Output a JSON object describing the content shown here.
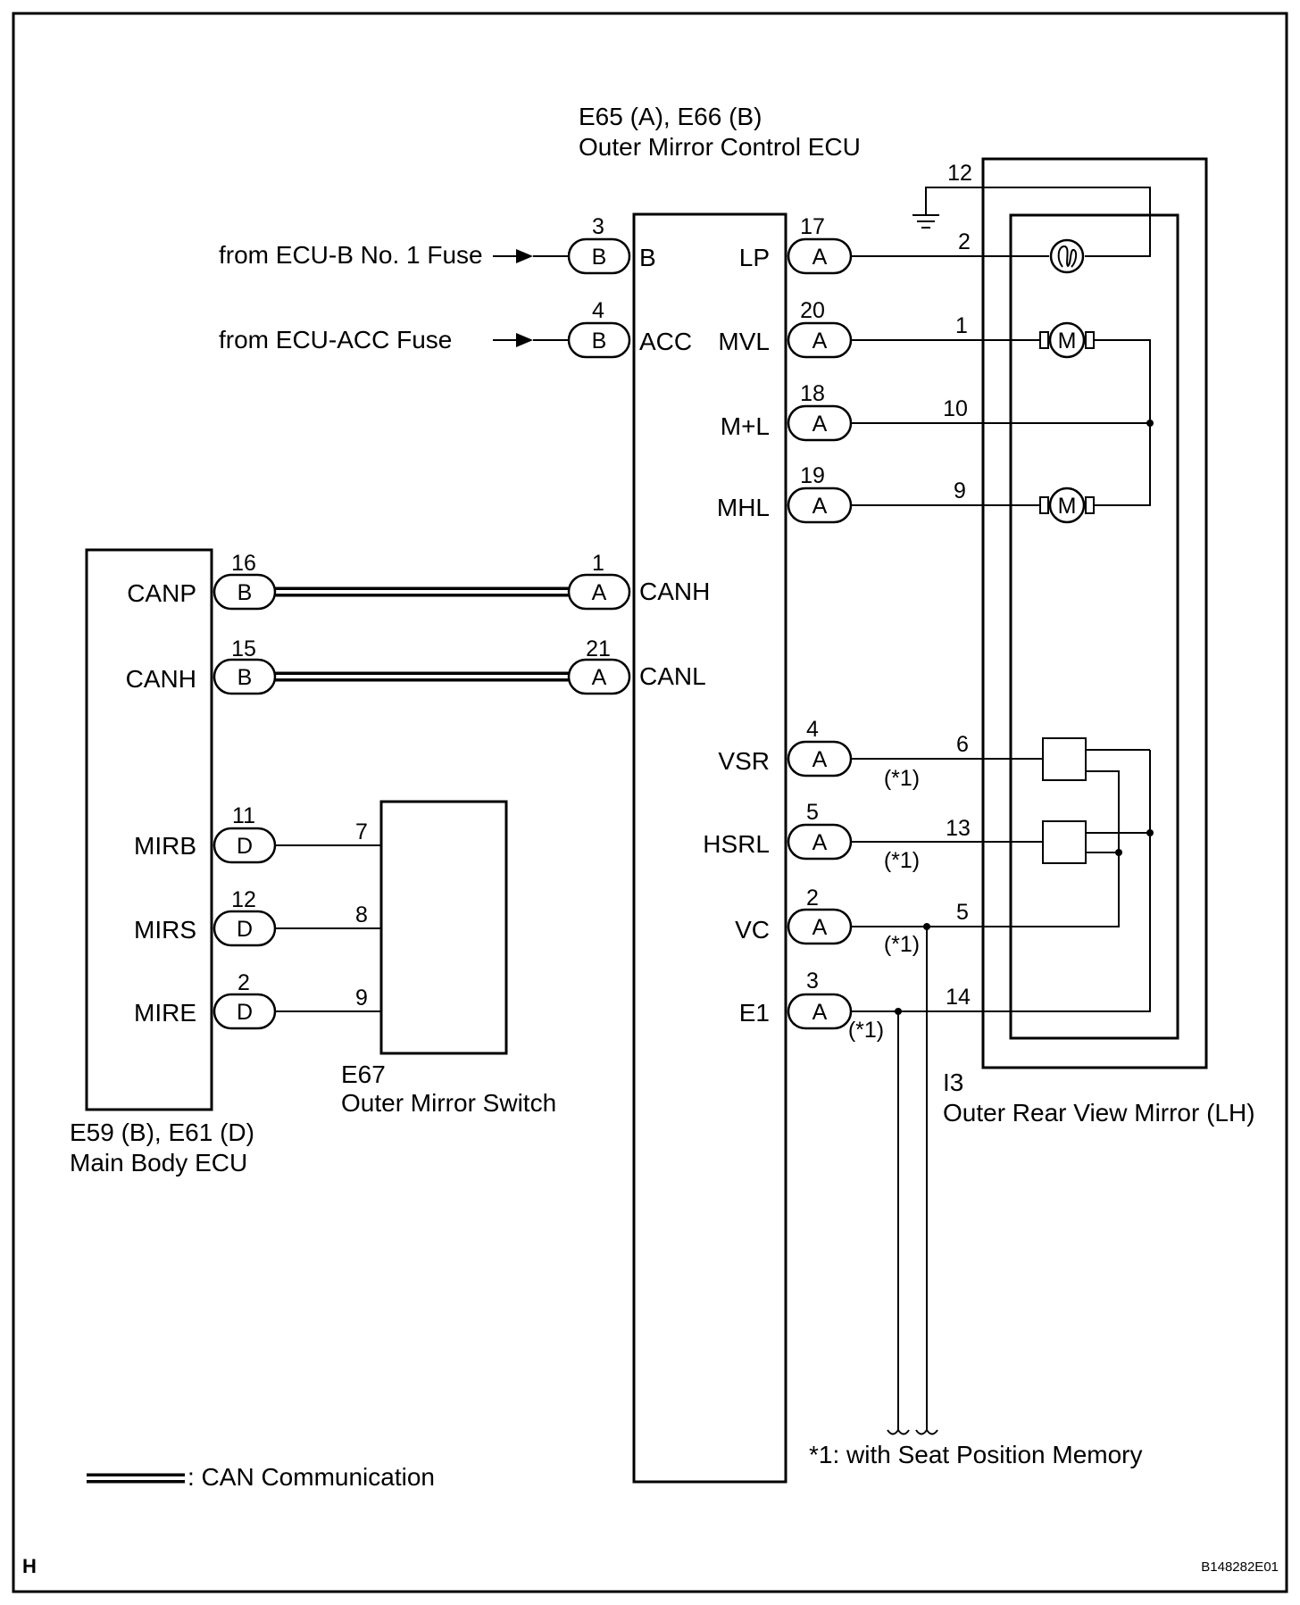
{
  "figure_id": "B148282E01",
  "corner_letter": "H",
  "control_ecu": {
    "connectors": "E65 (A), E66 (B)",
    "name": "Outer Mirror Control ECU",
    "left_pins": [
      {
        "source": "from ECU-B No. 1 Fuse",
        "pin": "3",
        "conn": "B",
        "terminal": "B"
      },
      {
        "source": "from ECU-ACC Fuse",
        "pin": "4",
        "conn": "B",
        "terminal": "ACC"
      },
      {
        "pin": "1",
        "conn": "A",
        "terminal": "CANH"
      },
      {
        "pin": "21",
        "conn": "A",
        "terminal": "CANL"
      }
    ],
    "right_pins": [
      {
        "terminal": "LP",
        "pin": "17",
        "conn": "A",
        "mirror_pin": "2",
        "note": ""
      },
      {
        "terminal": "MVL",
        "pin": "20",
        "conn": "A",
        "mirror_pin": "1",
        "note": ""
      },
      {
        "terminal": "M+L",
        "pin": "18",
        "conn": "A",
        "mirror_pin": "10",
        "note": ""
      },
      {
        "terminal": "MHL",
        "pin": "19",
        "conn": "A",
        "mirror_pin": "9",
        "note": ""
      },
      {
        "terminal": "VSR",
        "pin": "4",
        "conn": "A",
        "mirror_pin": "6",
        "note": "(*1)"
      },
      {
        "terminal": "HSRL",
        "pin": "5",
        "conn": "A",
        "mirror_pin": "13",
        "note": "(*1)"
      },
      {
        "terminal": "VC",
        "pin": "2",
        "conn": "A",
        "mirror_pin": "5",
        "note": "(*1)"
      },
      {
        "terminal": "E1",
        "pin": "3",
        "conn": "A",
        "mirror_pin": "14",
        "note": "(*1)"
      }
    ]
  },
  "main_body_ecu": {
    "connectors": "E59 (B), E61 (D)",
    "name": "Main Body ECU",
    "pins": [
      {
        "terminal": "CANP",
        "pin": "16",
        "conn": "B"
      },
      {
        "terminal": "CANH",
        "pin": "15",
        "conn": "B"
      },
      {
        "terminal": "MIRB",
        "pin": "11",
        "conn": "D",
        "switch_pin": "7"
      },
      {
        "terminal": "MIRS",
        "pin": "12",
        "conn": "D",
        "switch_pin": "8"
      },
      {
        "terminal": "MIRE",
        "pin": "2",
        "conn": "D",
        "switch_pin": "9"
      }
    ]
  },
  "mirror_switch": {
    "connector": "E67",
    "name": "Outer Mirror Switch"
  },
  "mirror": {
    "connector": "I3",
    "name": "Outer Rear View Mirror (LH)",
    "ground_pin": "12",
    "motor_symbol": "M"
  },
  "legend": {
    "can_label": ": CAN Communication",
    "footnote": "*1: with Seat Position Memory"
  }
}
